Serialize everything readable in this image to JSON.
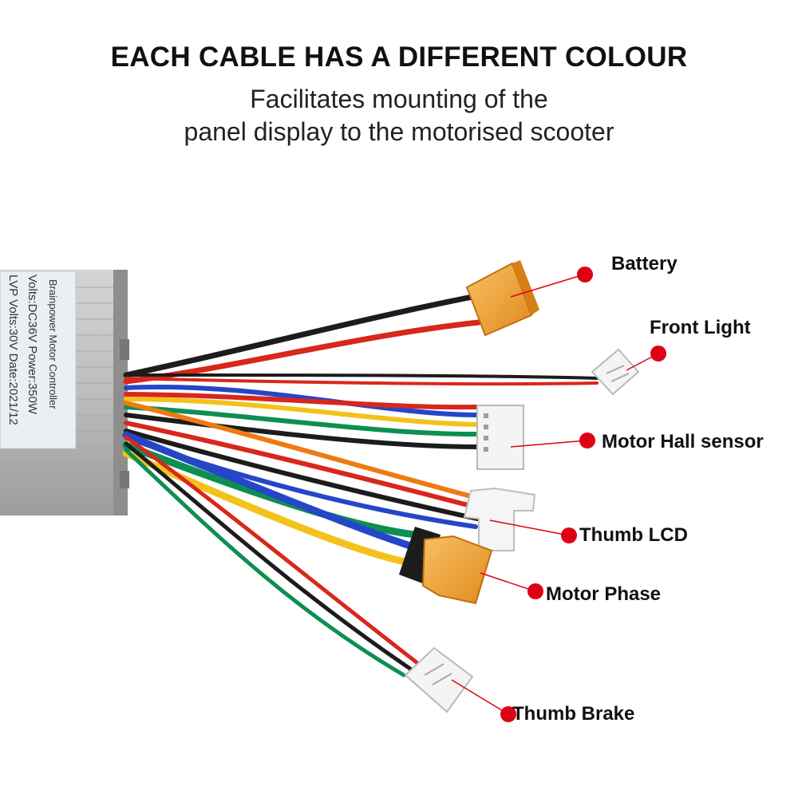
{
  "header": {
    "title": "EACH CABLE HAS A DIFFERENT COLOUR",
    "subtitle_line1": "Facilitates mounting of the",
    "subtitle_line2": "panel display to the motorised scooter"
  },
  "controller": {
    "label_line1": "Brainpower Motor Controller",
    "label_line2": "Volts:DC36V   Power:350W",
    "label_line3": "LVP Volts:30V   Date:2021/12"
  },
  "connectors": [
    {
      "label": "Battery"
    },
    {
      "label": "Front Light"
    },
    {
      "label": "Motor Hall sensor"
    },
    {
      "label": "Thumb LCD"
    },
    {
      "label": "Motor Phase"
    },
    {
      "label": "Thumb Brake"
    }
  ],
  "colors": {
    "marker": "#e00016",
    "xt_connector": "#f2a23a",
    "wire_red": "#d8271c",
    "wire_black": "#1c1c1c",
    "wire_blue": "#2646c8",
    "wire_green": "#0e8f52",
    "wire_yellow": "#f3c21a",
    "wire_orange": "#ef7a12"
  }
}
